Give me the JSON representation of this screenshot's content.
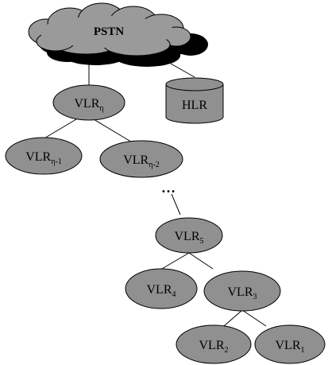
{
  "diagram": {
    "cloud": {
      "label": "PSTN"
    },
    "hlr": {
      "label": "HLR"
    },
    "ellipsis": "…",
    "nodes": [
      {
        "id": "vlr-eta",
        "base": "VLR",
        "sub": "η"
      },
      {
        "id": "vlr-eta-1",
        "base": "VLR",
        "sub": "η-1"
      },
      {
        "id": "vlr-eta-2",
        "base": "VLR",
        "sub": "η-2"
      },
      {
        "id": "vlr-5",
        "base": "VLR",
        "sub": "5"
      },
      {
        "id": "vlr-4",
        "base": "VLR",
        "sub": "4"
      },
      {
        "id": "vlr-3",
        "base": "VLR",
        "sub": "3"
      },
      {
        "id": "vlr-2",
        "base": "VLR",
        "sub": "2"
      },
      {
        "id": "vlr-1",
        "base": "VLR",
        "sub": "1"
      }
    ],
    "colors": {
      "node_fill": "#909090",
      "cloud_fill": "#9a9a9a",
      "cloud_shadow": "#000000",
      "stroke": "#000000"
    }
  }
}
